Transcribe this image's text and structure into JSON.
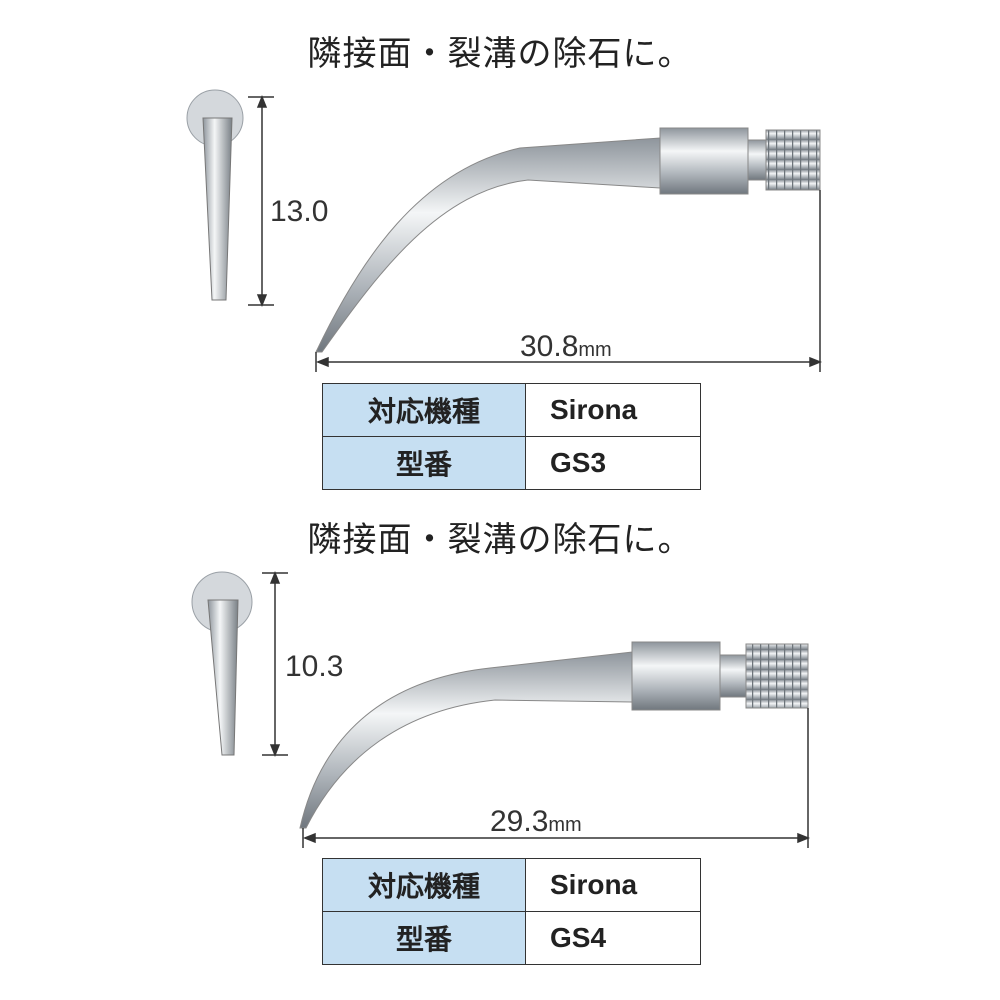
{
  "products": [
    {
      "title": "隣接面・裂溝の除石に。",
      "height_dim": "13.0",
      "length_dim": "30.8",
      "length_unit": "mm",
      "table": [
        {
          "label": "対応機種",
          "value": "Sirona"
        },
        {
          "label": "型番",
          "value": "GS3"
        }
      ]
    },
    {
      "title": "隣接面・裂溝の除石に。",
      "height_dim": "10.3",
      "length_dim": "29.3",
      "length_unit": "mm",
      "table": [
        {
          "label": "対応機種",
          "value": "Sirona"
        },
        {
          "label": "型番",
          "value": "GS4"
        }
      ]
    }
  ],
  "colors": {
    "table_header": "#c6dff2",
    "metal": "#b8bec4"
  }
}
